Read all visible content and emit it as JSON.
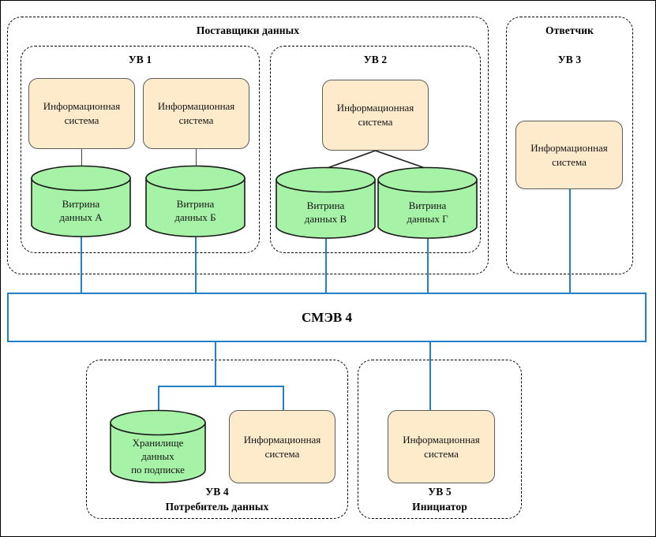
{
  "diagram": {
    "title": "СМЭВ 4",
    "colors": {
      "information_system_fill": "#fdebcc",
      "information_system_stroke": "#5c5c5c",
      "data_store_fill": "#a6f2a6",
      "data_store_stroke": "#1a1a1a",
      "bus_stroke": "#2080c8",
      "connector_blue": "#2080c8",
      "connector_dark": "#444444",
      "group_border": "#000000",
      "background": "#ffffff"
    },
    "groups": {
      "providers": {
        "label": "Поставщики данных"
      },
      "uv1": {
        "label": "УВ 1"
      },
      "uv2": {
        "label": "УВ 2"
      },
      "respondent": {
        "label": "Ответчик",
        "sublabel": "УВ 3"
      },
      "uv4": {
        "label": "УВ 4",
        "sublabel": "Потребитель данных"
      },
      "uv5": {
        "label": "УВ 5",
        "sublabel": "Инициатор"
      }
    },
    "nodes": {
      "is_uv1_a": {
        "label": "Информационная система"
      },
      "is_uv1_b": {
        "label": "Информационная система"
      },
      "is_uv2": {
        "label": "Информационная система"
      },
      "is_uv3": {
        "label": "Информационная система"
      },
      "is_uv4": {
        "label": "Информационная система"
      },
      "is_uv5": {
        "label": "Информационная система"
      },
      "store_a": {
        "line1": "Витрина",
        "line2": "данных А"
      },
      "store_b": {
        "line1": "Витрина",
        "line2": "данных Б"
      },
      "store_v": {
        "line1": "Витрина",
        "line2": "данных В"
      },
      "store_g": {
        "line1": "Витрина",
        "line2": "данных Г"
      },
      "store_sub": {
        "line1": "Хранилище",
        "line2": "данных",
        "line3": "по подписке"
      }
    },
    "bus": {
      "label": "СМЭВ 4"
    }
  }
}
